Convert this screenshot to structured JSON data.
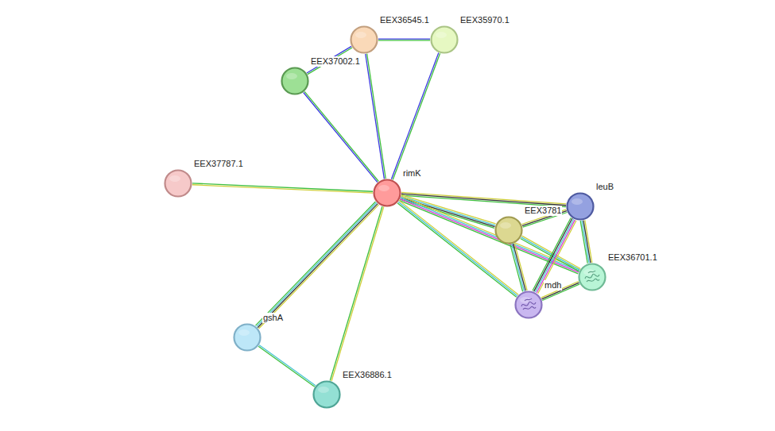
{
  "diagram": {
    "nodes": [
      {
        "text": [
          "EEX36545.1"
        ]
      },
      {
        "text": [
          "EEX35970.1"
        ]
      },
      {
        "text": [
          "EEX37002.1"
        ]
      },
      {
        "text": [
          "EEX37787.1"
        ]
      },
      {
        "text": [
          "rimK"
        ]
      },
      {
        "text": [
          "leuB"
        ]
      },
      {
        "text": [
          "EEX3781"
        ]
      },
      {
        "text": [
          "EEX36701.1"
        ]
      },
      {
        "text": [
          "mdh"
        ]
      },
      {
        "text": [
          "gshA"
        ]
      },
      {
        "text": [
          "EEX36886.1"
        ]
      }
    ],
    "edges": [
      {
        "from": 2,
        "to": 0,
        "arrow": "none"
      },
      {
        "from": 0,
        "to": 1,
        "arrow": "none"
      },
      {
        "from": 4,
        "to": 2,
        "arrow": "none"
      },
      {
        "from": 4,
        "to": 0,
        "arrow": "none"
      },
      {
        "from": 4,
        "to": 1,
        "arrow": "none"
      },
      {
        "from": 4,
        "to": 3,
        "arrow": "none"
      },
      {
        "from": 4,
        "to": 5,
        "arrow": "none"
      },
      {
        "from": 4,
        "to": 6,
        "arrow": "none"
      },
      {
        "from": 4,
        "to": 7,
        "arrow": "none"
      },
      {
        "from": 4,
        "to": 8,
        "arrow": "none"
      },
      {
        "from": 4,
        "to": 9,
        "arrow": "none"
      },
      {
        "from": 4,
        "to": 10,
        "arrow": "none"
      },
      {
        "from": 9,
        "to": 10,
        "arrow": "none"
      },
      {
        "from": 6,
        "to": 5,
        "arrow": "none"
      },
      {
        "from": 6,
        "to": 8,
        "arrow": "none"
      },
      {
        "from": 6,
        "to": 7,
        "arrow": "none"
      },
      {
        "from": 5,
        "to": 8,
        "arrow": "none"
      },
      {
        "from": 5,
        "to": 7,
        "arrow": "none"
      },
      {
        "from": 8,
        "to": 7,
        "arrow": "none"
      }
    ]
  }
}
